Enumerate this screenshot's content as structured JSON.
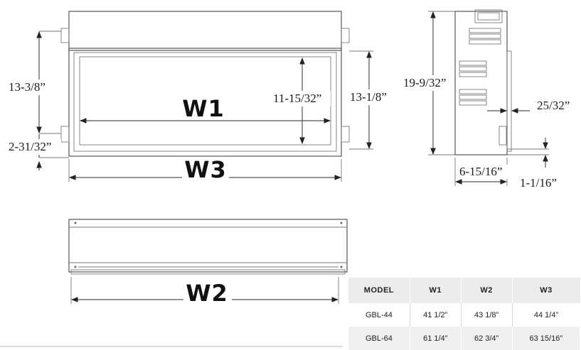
{
  "front_view": {
    "label_w1": "W1",
    "label_w3": "W3",
    "dim_overall_height": "13-3/8”",
    "dim_bottom_offset": "2-31/32”",
    "dim_viewing_height": "11-15/32”",
    "dim_opening_height": "13-1/8”"
  },
  "side_view": {
    "dim_total_height": "19-9/32”",
    "dim_flange": "25/32”",
    "dim_depth": "6-15/16”",
    "dim_base": "1-1/16”"
  },
  "top_view": {
    "label_w2": "W2"
  },
  "table": {
    "headers": [
      "MODEL",
      "W1",
      "W2",
      "W3"
    ],
    "rows": [
      [
        "GBL-44",
        "41 1/2”",
        "43 1/8”",
        "44 1/4”"
      ],
      [
        "GBL-64",
        "61 1/4”",
        "62 3/4”",
        "63 15/16”"
      ]
    ]
  }
}
